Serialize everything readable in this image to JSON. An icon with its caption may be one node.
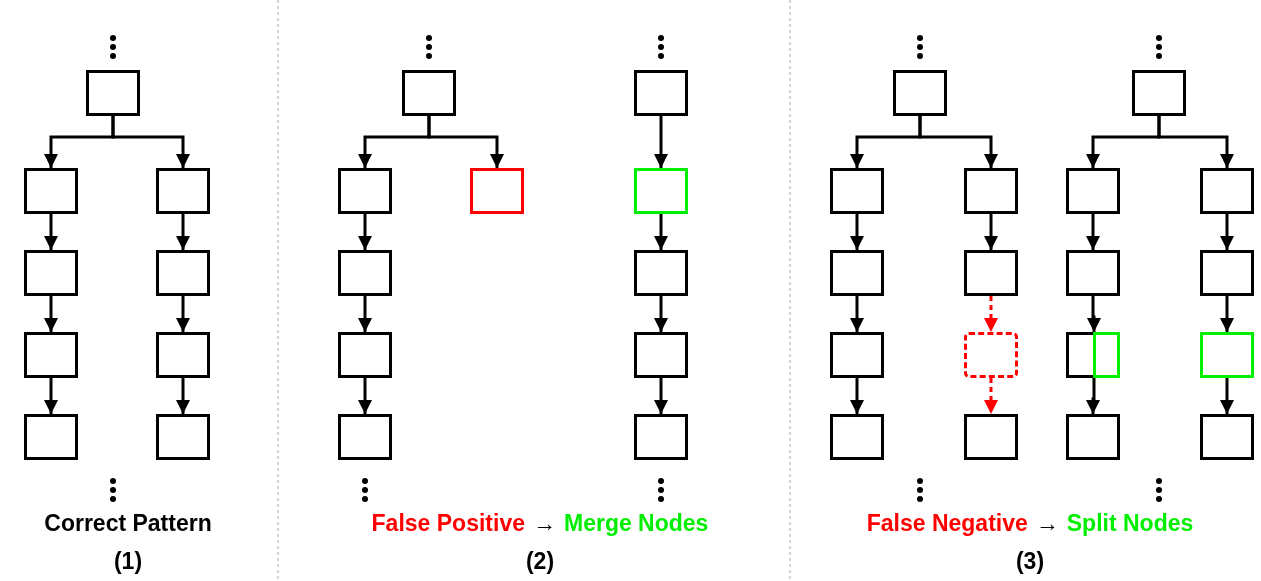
{
  "diagram": {
    "nodes": [
      {
        "text": [],
        "shape": "box"
      },
      {
        "text": [],
        "shape": "box"
      },
      {
        "text": [],
        "shape": "box"
      },
      {
        "text": [],
        "shape": "box"
      },
      {
        "text": [],
        "shape": "box"
      },
      {
        "text": [],
        "shape": "box"
      },
      {
        "text": [],
        "shape": "box"
      },
      {
        "text": [],
        "shape": "box"
      },
      {
        "text": [],
        "shape": "box"
      },
      {
        "text": [],
        "shape": "box"
      },
      {
        "text": [],
        "shape": "box"
      },
      {
        "text": [],
        "shape": "box"
      },
      {
        "text": [],
        "shape": "box"
      },
      {
        "text": [],
        "shape": "box"
      },
      {
        "text": [],
        "shape": "box"
      },
      {
        "text": [],
        "shape": "box"
      },
      {
        "text": [],
        "shape": "box"
      },
      {
        "text": [],
        "shape": "box"
      },
      {
        "text": [],
        "shape": "box"
      },
      {
        "text": [],
        "shape": "box"
      },
      {
        "text": [],
        "shape": "box"
      },
      {
        "text": [],
        "shape": "box"
      },
      {
        "text": [],
        "shape": "box"
      },
      {
        "text": [],
        "shape": "box"
      },
      {
        "text": [],
        "shape": "box"
      },
      {
        "text": [],
        "shape": "box"
      },
      {
        "text": [],
        "shape": "box"
      },
      {
        "text": [],
        "shape": "box"
      },
      {
        "text": [],
        "shape": "box"
      },
      {
        "text": [],
        "shape": "box"
      },
      {
        "text": [],
        "shape": "box"
      },
      {
        "text": [],
        "shape": "box"
      },
      {
        "text": [],
        "shape": "box"
      },
      {
        "text": [],
        "shape": "box",
        "in": 32
      },
      {
        "text": [],
        "shape": "box"
      },
      {
        "text": [],
        "shape": "box"
      },
      {
        "text": [],
        "shape": "box"
      },
      {
        "text": [],
        "shape": "box"
      },
      {
        "text": [],
        "shape": "box"
      }
    ],
    "edges": [
      {
        "from": 0,
        "to": 1,
        "arrow": "to"
      },
      {
        "from": 0,
        "to": 5,
        "arrow": "to"
      },
      {
        "from": 1,
        "to": 2,
        "arrow": "to"
      },
      {
        "from": 2,
        "to": 3,
        "arrow": "to"
      },
      {
        "from": 3,
        "to": 4,
        "arrow": "to"
      },
      {
        "from": 5,
        "to": 6,
        "arrow": "to"
      },
      {
        "from": 6,
        "to": 7,
        "arrow": "to"
      },
      {
        "from": 7,
        "to": 8,
        "arrow": "to"
      },
      {
        "from": 9,
        "to": 10,
        "arrow": "to"
      },
      {
        "from": 9,
        "to": 14,
        "arrow": "to"
      },
      {
        "from": 10,
        "to": 11,
        "arrow": "to"
      },
      {
        "from": 11,
        "to": 12,
        "arrow": "to"
      },
      {
        "from": 12,
        "to": 13,
        "arrow": "to"
      },
      {
        "from": 15,
        "to": 16,
        "arrow": "to"
      },
      {
        "from": 16,
        "to": 17,
        "arrow": "to"
      },
      {
        "from": 17,
        "to": 18,
        "arrow": "to"
      },
      {
        "from": 18,
        "to": 19,
        "arrow": "to"
      },
      {
        "from": 20,
        "to": 21,
        "arrow": "to"
      },
      {
        "from": 20,
        "to": 25,
        "arrow": "to"
      },
      {
        "from": 21,
        "to": 22,
        "arrow": "to"
      },
      {
        "from": 22,
        "to": 23,
        "arrow": "to"
      },
      {
        "from": 23,
        "to": 24,
        "arrow": "to"
      },
      {
        "from": 25,
        "to": 26,
        "arrow": "to"
      },
      {
        "from": 26,
        "to": 27,
        "arrow": "to",
        "style": "dashed",
        "color": "#ff0000"
      },
      {
        "from": 27,
        "to": 28,
        "arrow": "to",
        "style": "dashed",
        "color": "#ff0000"
      },
      {
        "from": 29,
        "to": 30,
        "arrow": "to"
      },
      {
        "from": 29,
        "to": 35,
        "arrow": "to"
      },
      {
        "from": 30,
        "to": 31,
        "arrow": "to"
      },
      {
        "from": 31,
        "to": 32,
        "arrow": "to"
      },
      {
        "from": 32,
        "to": 34,
        "arrow": "to"
      },
      {
        "from": 35,
        "to": 36,
        "arrow": "to"
      },
      {
        "from": 36,
        "to": 37,
        "arrow": "to"
      },
      {
        "from": 37,
        "to": 38,
        "arrow": "to"
      }
    ],
    "labels": [
      "Correct Pattern",
      "(1)",
      "False Positive",
      "→",
      "Merge Nodes",
      "(2)",
      "False Negative",
      "→",
      "Split Nodes",
      "(3)"
    ]
  }
}
